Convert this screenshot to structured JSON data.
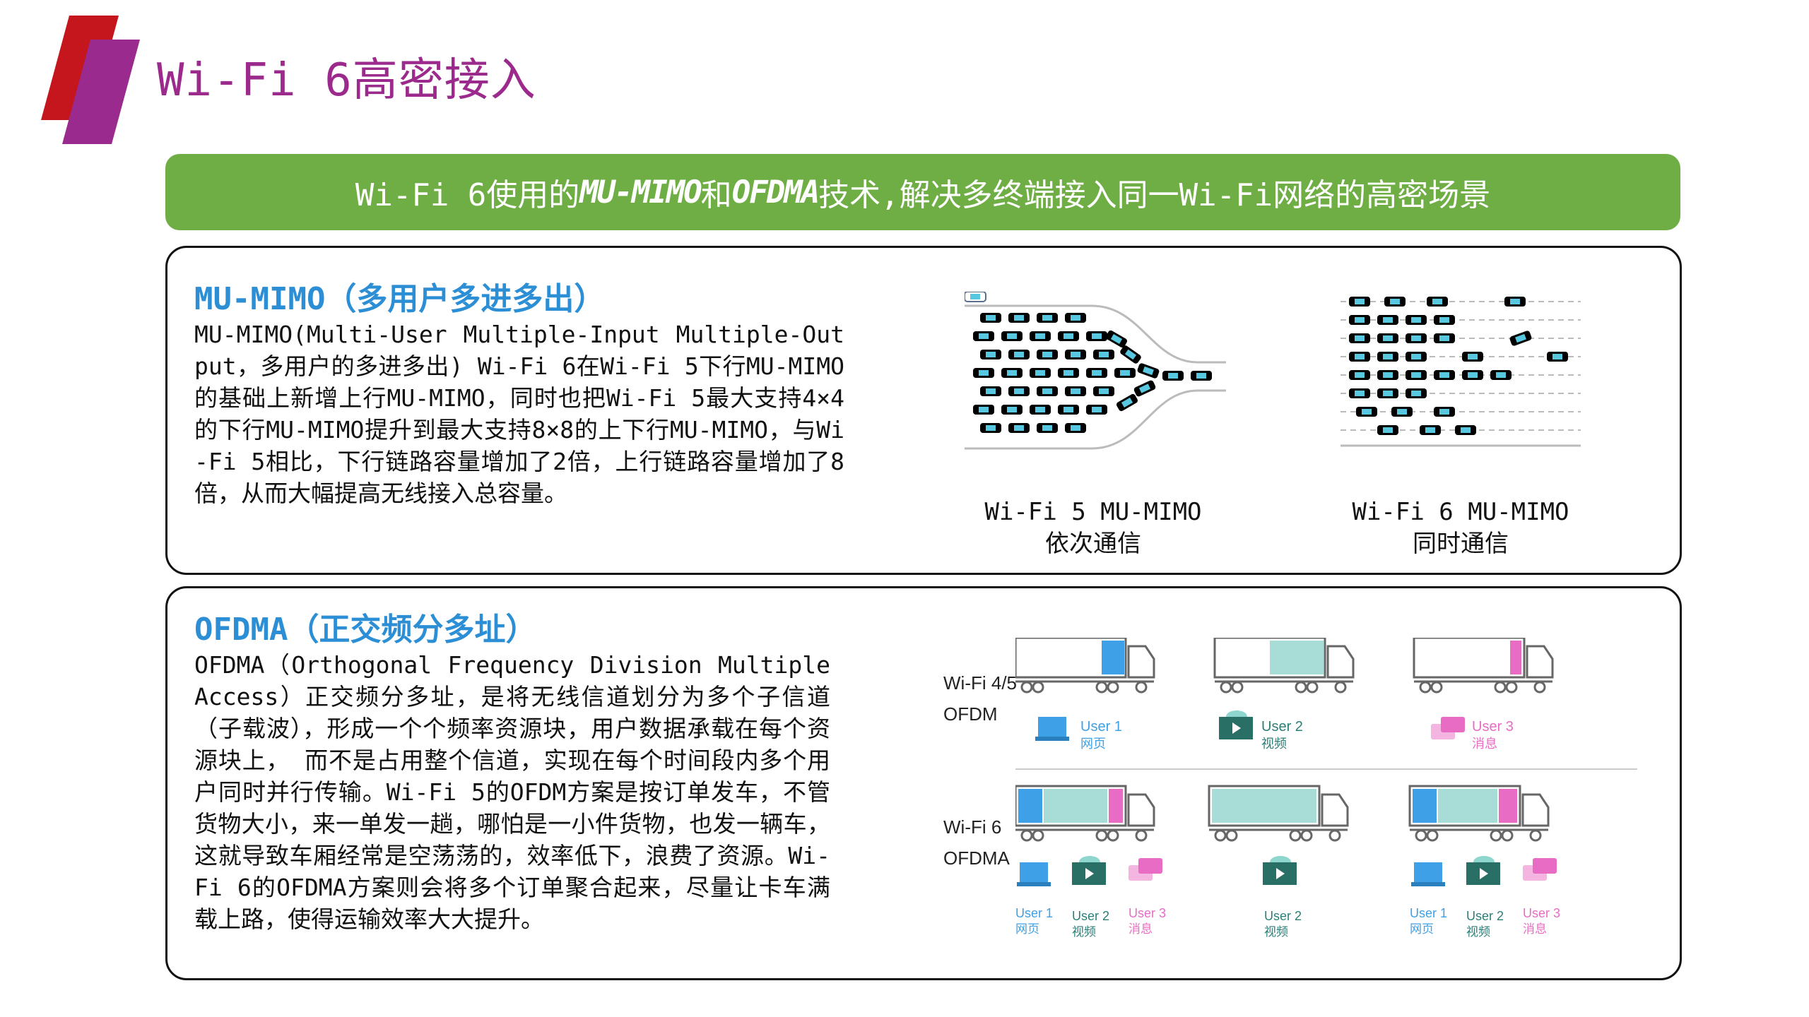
{
  "title": "Wi-Fi 6高密接入",
  "banner": {
    "prefix": "Wi-Fi 6使用的",
    "term1": "MU-MIMO",
    "mid": "和",
    "term2": "OFDMA",
    "suffix": "技术,解决多终端接入同一Wi-Fi网络的高密场景"
  },
  "colors": {
    "title": "#9b2a8c",
    "banner": "#6fad45",
    "section_title": "#2c8fd6",
    "logo_red": "#c4161c",
    "logo_purple": "#9a2a8e"
  },
  "mumimo": {
    "heading": "MU-MIMO（多用户多进多出）",
    "body": "MU-MIMO(Multi-User Multiple-Input Multiple-Output，多用户的多进多出) Wi-Fi 6在Wi-Fi 5下行MU-MIMO的基础上新增上行MU-MIMO，同时也把Wi-Fi 5最大支持4×4的下行MU-MIMO提升到最大支持8×8的上下行MU-MIMO，与Wi-Fi 5相比，下行链路容量增加了2倍，上行链路容量增加了8倍，从而大幅提高无线接入总容量。",
    "fig1_caption_line1": "Wi-Fi 5 MU-MIMO",
    "fig1_caption_line2": "依次通信",
    "fig2_caption_line1": "Wi-Fi 6 MU-MIMO",
    "fig2_caption_line2": "同时通信"
  },
  "ofdma": {
    "heading": "OFDMA（正交频分多址）",
    "body": "OFDMA（Orthogonal Frequency Division Multiple Access）正交频分多址，是将无线信道划分为多个子信道（子载波），形成一个个频率资源块，用户数据承载在每个资源块上， 而不是占用整个信道，实现在每个时间段内多个用户同时并行传输。Wi-Fi 5的OFDM方案是按订单发车，不管货物大小，来一单发一趟，哪怕是一小件货物，也发一辆车，这就导致车厢经常是空荡荡的，效率低下，浪费了资源。Wi-Fi 6的OFDMA方案则会将多个订单聚合起来，尽量让卡车满载上路，使得运输效率大大提升。",
    "row1_label_line1": "Wi-Fi 4/5",
    "row1_label_line2": "OFDM",
    "row2_label_line1": "Wi-Fi 6",
    "row2_label_line2": "OFDMA",
    "users": [
      {
        "name": "User 1",
        "type": "网页",
        "color": "#3ea0e6"
      },
      {
        "name": "User 2",
        "type": "视频",
        "color": "#8fd6cf"
      },
      {
        "name": "User 3",
        "type": "消息",
        "color": "#e86cc4"
      }
    ]
  }
}
